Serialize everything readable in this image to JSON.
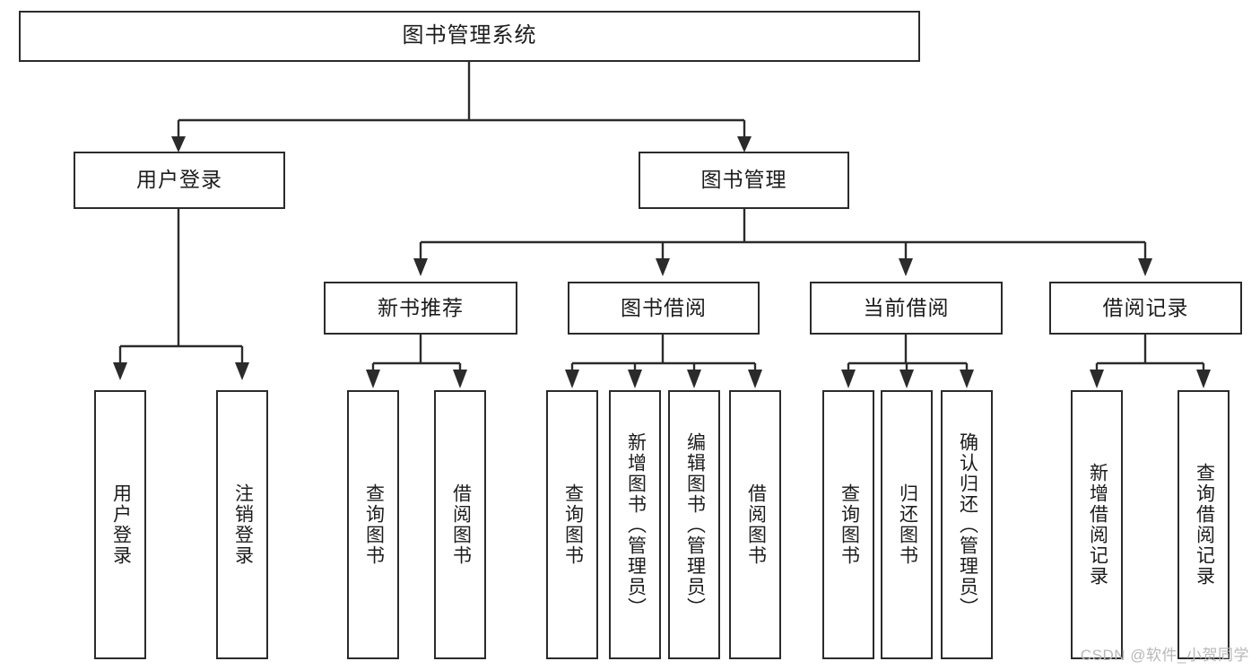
{
  "diagram": {
    "title": "图书管理系统",
    "type": "hierarchy-tree",
    "root": {
      "label": "图书管理系统"
    },
    "level2": [
      {
        "label": "用户登录"
      },
      {
        "label": "图书管理"
      }
    ],
    "level3": [
      {
        "label": "新书推荐"
      },
      {
        "label": "图书借阅"
      },
      {
        "label": "当前借阅"
      },
      {
        "label": "借阅记录"
      }
    ],
    "leaves": {
      "user_login": [
        {
          "label": "用户登录"
        },
        {
          "label": "注销登录"
        }
      ],
      "new_book_recommend": [
        {
          "label": "查询图书"
        },
        {
          "label": "借阅图书"
        }
      ],
      "book_borrow": [
        {
          "label": "查询图书"
        },
        {
          "label": "新增图书（管理员）"
        },
        {
          "label": "编辑图书（管理员）"
        },
        {
          "label": "借阅图书"
        }
      ],
      "current_borrow": [
        {
          "label": "查询图书"
        },
        {
          "label": "归还图书"
        },
        {
          "label": "确认归还（管理员）"
        }
      ],
      "borrow_record": [
        {
          "label": "新增借阅记录"
        },
        {
          "label": "查询借阅记录"
        }
      ]
    }
  },
  "watermark": {
    "text": "CSDN @软件_小贺同学"
  },
  "colors": {
    "stroke": "#2b2b2b",
    "fill": "#ffffff",
    "text": "#1c1c1c",
    "watermark": "#b8b8b8"
  }
}
